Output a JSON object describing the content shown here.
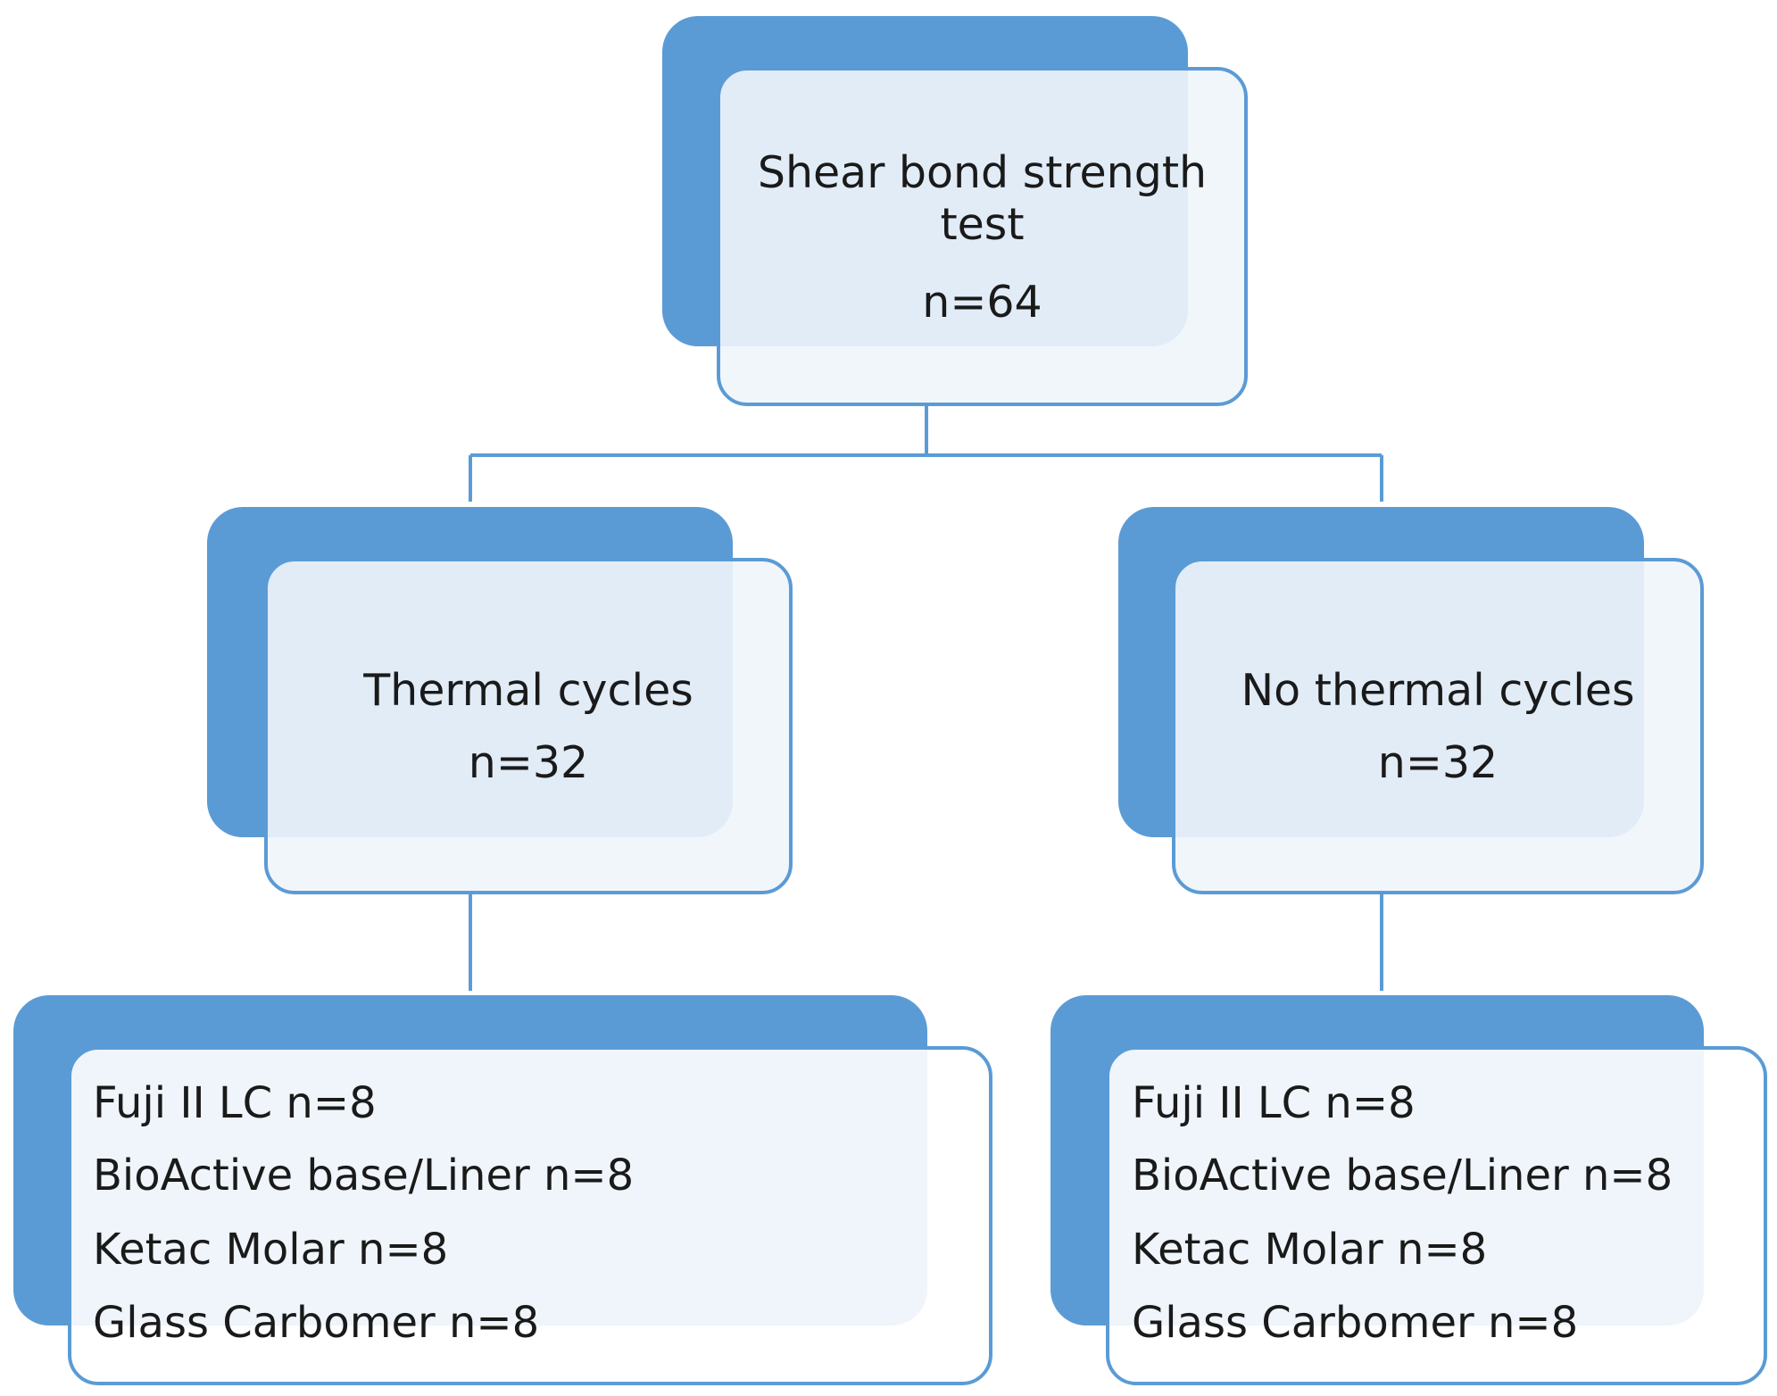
{
  "colors": {
    "accent": "#5b9bd5",
    "card_fill": "#f2f6fb",
    "text": "#1a1a1a"
  },
  "root": {
    "title_line1": "Shear bond strength",
    "title_line2": "test",
    "n": "n=64"
  },
  "thermal": {
    "title": "Thermal cycles",
    "n": "n=32"
  },
  "no_thermal": {
    "title": "No thermal cycles",
    "n": "n=32"
  },
  "thermal_groups": [
    "Fuji II LC n=8",
    "BioActive base/Liner n=8",
    "Ketac Molar n=8",
    "Glass Carbomer n=8"
  ],
  "no_thermal_groups": [
    "Fuji II LC n=8",
    "BioActive base/Liner n=8",
    "Ketac Molar n=8",
    "Glass Carbomer n=8"
  ]
}
